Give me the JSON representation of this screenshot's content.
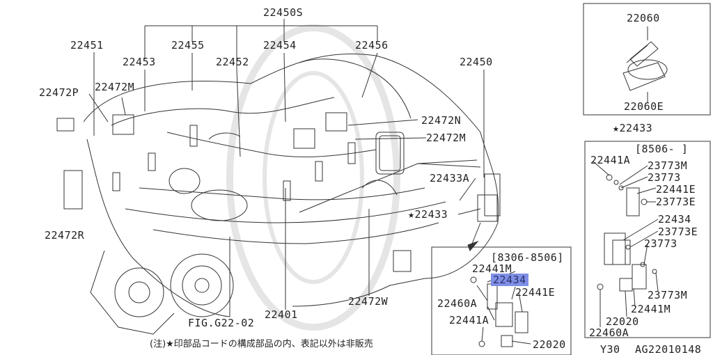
{
  "labels": {
    "p22450s": "22450S",
    "p22451": "22451",
    "p22455": "22455",
    "p22454": "22454",
    "p22456": "22456",
    "p22453": "22453",
    "p22452": "22452",
    "p22450": "22450",
    "p22472p": "22472P",
    "p22472m_left": "22472M",
    "p22472n": "22472N",
    "p22472m_right": "22472M",
    "p22433a": "22433A",
    "p22433_main": "★22433",
    "p22472r": "22472R",
    "p22401": "22401",
    "p22472w": "22472W",
    "fig_ref": "FIG.G22-02",
    "p22060": "22060",
    "p22060e": "22060E",
    "p22433_header": "★22433",
    "date_range_right": "[8506-    ]",
    "p22441a_r": "22441A",
    "p23773m_r1": "23773M",
    "p23773_r1": "23773",
    "p22441e_r": "22441E",
    "p23773e_r1": "23773E",
    "p22434_r": "22434",
    "p23773e_r2": "23773E",
    "p23773_r2": "23773",
    "p23773m_r2": "23773M",
    "p22441m_r": "22441M",
    "p22020_r": "22020",
    "p22460a_r": "22460A",
    "date_range_inset": "[8306-8506]",
    "p22441m_i": "22441M",
    "p22434_i": "22434",
    "p22460a_i": "22460A",
    "p22441e_i": "22441E",
    "p22441a_i": "22441A",
    "p22020_i": "22020",
    "model_code": "Y30",
    "drawing_code": "AG22010148",
    "footnote": "(注)★印部品コードの構成部品の内、表記以外は非販売"
  },
  "colors": {
    "highlight": "#7f8fe6",
    "line": "#333333"
  }
}
